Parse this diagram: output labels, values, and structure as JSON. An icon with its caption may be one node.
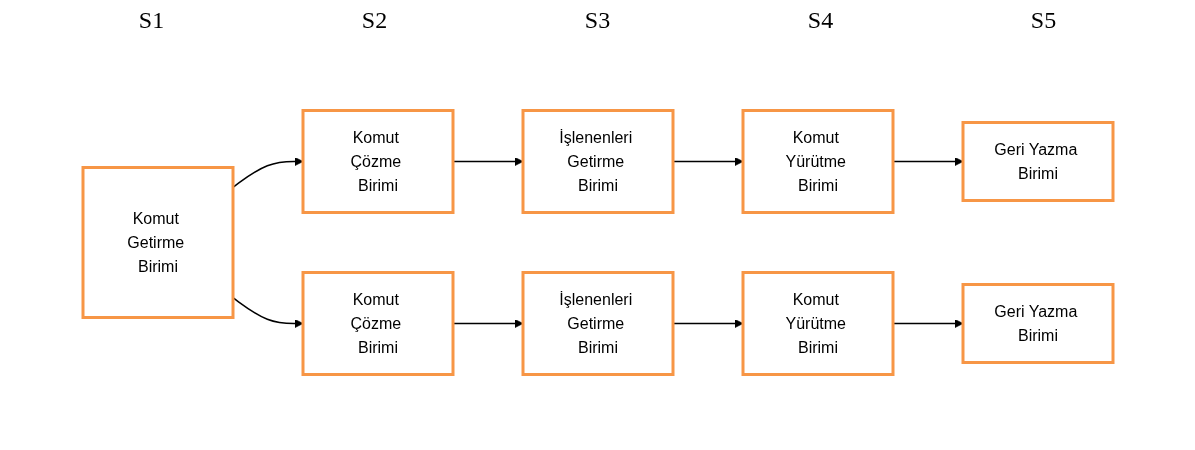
{
  "diagram": {
    "nodes": [
      {
        "text": [
          "Komut Getirme Birimi"
        ]
      },
      {
        "text": [
          "Komut Çözme Birimi"
        ]
      },
      {
        "text": [
          "İşlenenleri Getirme Birimi"
        ]
      },
      {
        "text": [
          "Komut Yürütme Birimi"
        ]
      },
      {
        "text": [
          "Geri Yazma Birimi"
        ]
      },
      {
        "text": [
          "Komut Çözme Birimi"
        ]
      },
      {
        "text": [
          "İşlenenleri Getirme Birimi"
        ]
      },
      {
        "text": [
          "Komut Yürütme Birimi"
        ]
      },
      {
        "text": [
          "Geri Yazma Birimi"
        ]
      }
    ],
    "edges": [
      {
        "from": 0,
        "to": 1,
        "arrow": "to"
      },
      {
        "from": 1,
        "to": 2,
        "arrow": "to"
      },
      {
        "from": 2,
        "to": 3,
        "arrow": "to"
      },
      {
        "from": 3,
        "to": 4,
        "arrow": "to"
      },
      {
        "from": 0,
        "to": 5,
        "arrow": "to"
      },
      {
        "from": 5,
        "to": 6,
        "arrow": "to"
      },
      {
        "from": 6,
        "to": 7,
        "arrow": "to"
      },
      {
        "from": 7,
        "to": 8,
        "arrow": "to"
      }
    ],
    "labels": [
      "S1",
      "S2",
      "S3",
      "S4",
      "S5"
    ]
  }
}
